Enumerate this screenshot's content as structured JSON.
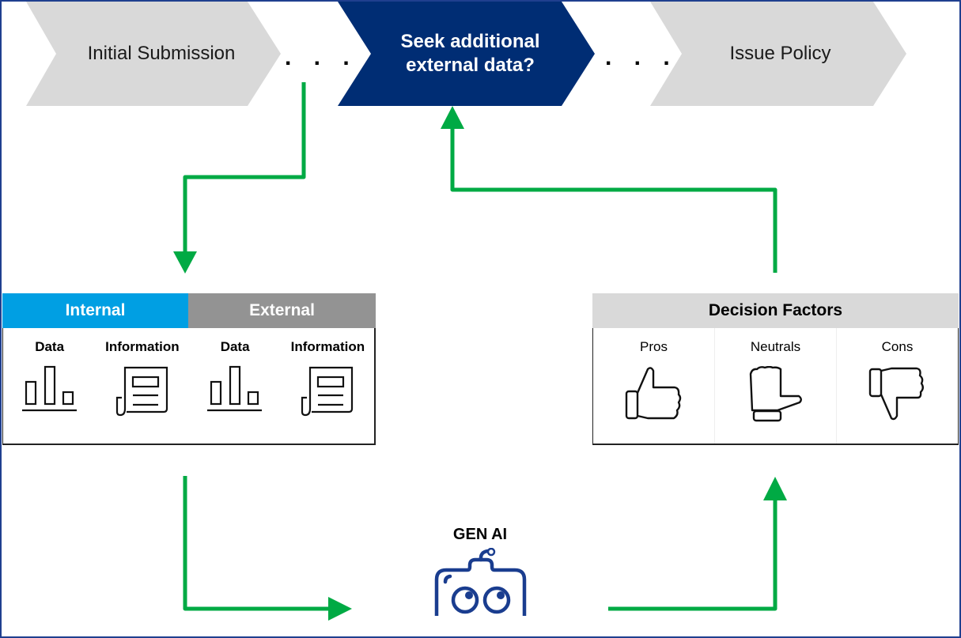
{
  "process_steps": [
    {
      "label": "Initial Submission",
      "state": "inactive"
    },
    {
      "label": "Seek additional external data?",
      "line1": "Seek additional",
      "line2": "external data?",
      "state": "active"
    },
    {
      "label": "Issue Policy",
      "state": "inactive"
    }
  ],
  "ellipsis": ". . . .",
  "sources": {
    "groups": [
      {
        "label": "Internal",
        "color": "#009fe3"
      },
      {
        "label": "External",
        "color": "#939393"
      }
    ],
    "columns": [
      {
        "label": "Data",
        "icon": "bar-chart-icon"
      },
      {
        "label": "Information",
        "icon": "newspaper-icon"
      },
      {
        "label": "Data",
        "icon": "bar-chart-icon"
      },
      {
        "label": "Information",
        "icon": "newspaper-icon"
      }
    ]
  },
  "decision_factors": {
    "title": "Decision Factors",
    "columns": [
      {
        "label": "Pros",
        "icon": "thumbs-up-icon"
      },
      {
        "label": "Neutrals",
        "icon": "thumbs-sideways-icon"
      },
      {
        "label": "Cons",
        "icon": "thumbs-down-icon"
      }
    ]
  },
  "gen_ai": {
    "label": "GEN AI",
    "icon": "robot-icon"
  },
  "colors": {
    "active_step": "#002d74",
    "inactive_step": "#d9d9d9",
    "flow_arrow": "#00aa44",
    "frame": "#1f3f8f"
  }
}
